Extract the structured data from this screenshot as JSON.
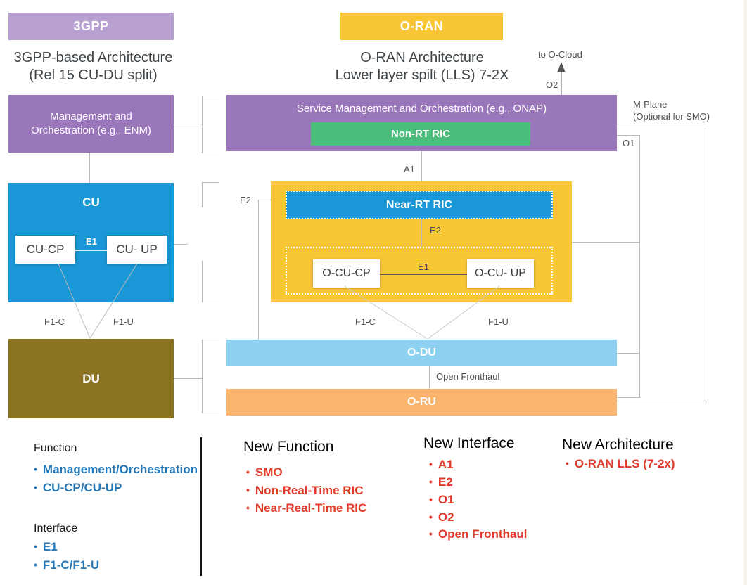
{
  "left": {
    "header": "3GPP",
    "title_line1": "3GPP-based Architecture",
    "title_line2": "(Rel 15 CU-DU split)",
    "management_line1": "Management and",
    "management_line2": "Orchestration (e.g., ENM)",
    "cu": "CU",
    "cu_cp": "CU-CP",
    "cu_up": "CU- UP",
    "e1": "E1",
    "f1c": "F1-C",
    "f1u": "F1-U",
    "du": "DU"
  },
  "right": {
    "header": "O-RAN",
    "title_line1": "O-RAN Architecture",
    "title_line2": "Lower layer spilt (LLS) 7-2X",
    "to_ocloud": "to O-Cloud",
    "o2": "O2",
    "smo": "Service Management and Orchestration (e.g., ONAP)",
    "non_rt_ric": "Non-RT RIC",
    "a1": "A1",
    "near_rt_ric": "Near-RT RIC",
    "e2_inner": "E2",
    "e2_outer": "E2",
    "o_cu_cp": "O-CU-CP",
    "o_cu_up": "O-CU- UP",
    "e1": "E1",
    "f1c": "F1-C",
    "f1u": "F1-U",
    "o_du": "O-DU",
    "open_fronthaul": "Open Fronthaul",
    "o_ru": "O-RU",
    "m_plane_line1": "M-Plane",
    "m_plane_line2": "(Optional for SMO)",
    "o1": "O1"
  },
  "legend": {
    "function_title": "Function",
    "function_items": [
      "Management/Orchestration",
      "CU-CP/CU-UP"
    ],
    "interface_title": "Interface",
    "interface_items": [
      "E1",
      "F1-C/F1-U"
    ],
    "new_function_title": "New Function",
    "new_function_items": [
      "SMO",
      "Non-Real-Time RIC",
      "Near-Real-Time RIC"
    ],
    "new_interface_title": "New Interface",
    "new_interface_items": [
      "A1",
      "E2",
      "O1",
      "O2",
      "Open Fronthaul"
    ],
    "new_architecture_title": "New Architecture",
    "new_architecture_items": [
      "O-RAN LLS (7-2x)"
    ]
  },
  "colors": {
    "header_light_purple": "#b8a0d0",
    "purple": "#9a76ba",
    "blue": "#1a97d6",
    "light_blue": "#8dd0f0",
    "yellow": "#f9c636",
    "green": "#4dbd7b",
    "olive": "#8b7322",
    "orange": "#f9b46d",
    "legend_blue": "#2577b6",
    "legend_red": "#e03a2a",
    "line_gray": "#b9b9b9",
    "label_gray": "#4b5054"
  }
}
